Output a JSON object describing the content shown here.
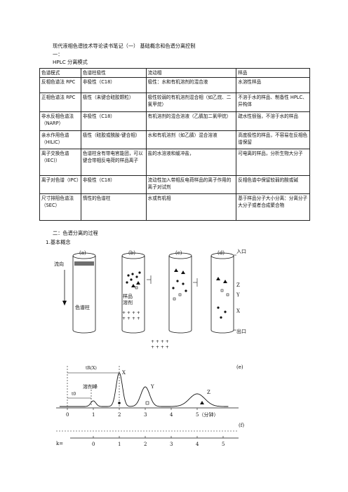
{
  "header": {
    "title": "现代液相色谱技术导论读书笔记（一） 基础概念和色谱分离控制",
    "section1": "一：",
    "table_caption": "HPLC 分离模式"
  },
  "table": {
    "headers": [
      "色谱模式",
      "色谱柱极性",
      "流动相",
      "样品"
    ],
    "rows": [
      [
        "反相色谱法 RPC",
        "非极性（C18）",
        "极性：水和有机溶剂的混合液",
        "水溶性样品"
      ],
      [
        "正相色谱法 RPC",
        "极性（未键合硅胶颗粒）",
        "极性较弱的有机溶剂混合相（如乙烷、二氯甲烷）",
        "不溶于水的样品、制备性 HPLC、异构体"
      ],
      [
        "非水反相色谱法（NARP）",
        "非极性（C18）",
        "有机溶剂的混合溶液（乙腈加二氯甲烷）",
        "疏水性很强，不溶于水的样品"
      ],
      [
        "亲水作用色谱（HILIC）",
        "极性（硅胶或酰胺-键合相）",
        "水和有机溶剂（如乙腈）混合溶液",
        "高度极性的样品，不容易在反相色谱保留"
      ],
      [
        "离子交换色谱（IEC)）",
        "色谱柱含有带电官能团，可以键合带相反电荷的样品离子",
        "盐的水溶液和缓冲盐，",
        "可电离的样品，分析生物大分子"
      ],
      [
        "离子对色谱（IPC）",
        "非极性（C18）",
        "流动性加入带相反电荷样品的离子作用的离子对试剂",
        "反相色谱中保留较弱的酸或碱"
      ],
      [
        "尺寸排阻色谱法（SEC）",
        "惰性的色谱柱",
        "水或有机相",
        "基于样品分子大小分离：分离分子大分子或者合成聚合物"
      ]
    ]
  },
  "section2": "二：色谱分离的过程",
  "section2_1": "1.基本概念",
  "figure1": {
    "labels_columns": [
      "(a)",
      "(b)",
      "(c)",
      "(d)"
    ],
    "flow_label": "流向",
    "column_label": "色谱柱",
    "sample_label_1": "样品",
    "sample_label_2": "溶剂",
    "inlet": "入口",
    "outlet": "出口",
    "z": "Z",
    "y": "Y",
    "x": "X",
    "plus_row": "+ + + +",
    "plus_row2": "+ + + +"
  },
  "figure2": {
    "panel_e": "(e)",
    "panel_f": "(f)",
    "tr_label": "tR(X)",
    "t0": "t0",
    "solvent_peak": "溶剂峰",
    "peak_x": "X",
    "peak_y": "Y",
    "peak_z": "Z",
    "axis_ticks": [
      "0",
      "1",
      "2",
      "3",
      "4",
      "5（分钟）"
    ],
    "k_label": "k=",
    "k_ticks": [
      "0",
      "1",
      "2",
      "3",
      "4",
      "5"
    ]
  }
}
